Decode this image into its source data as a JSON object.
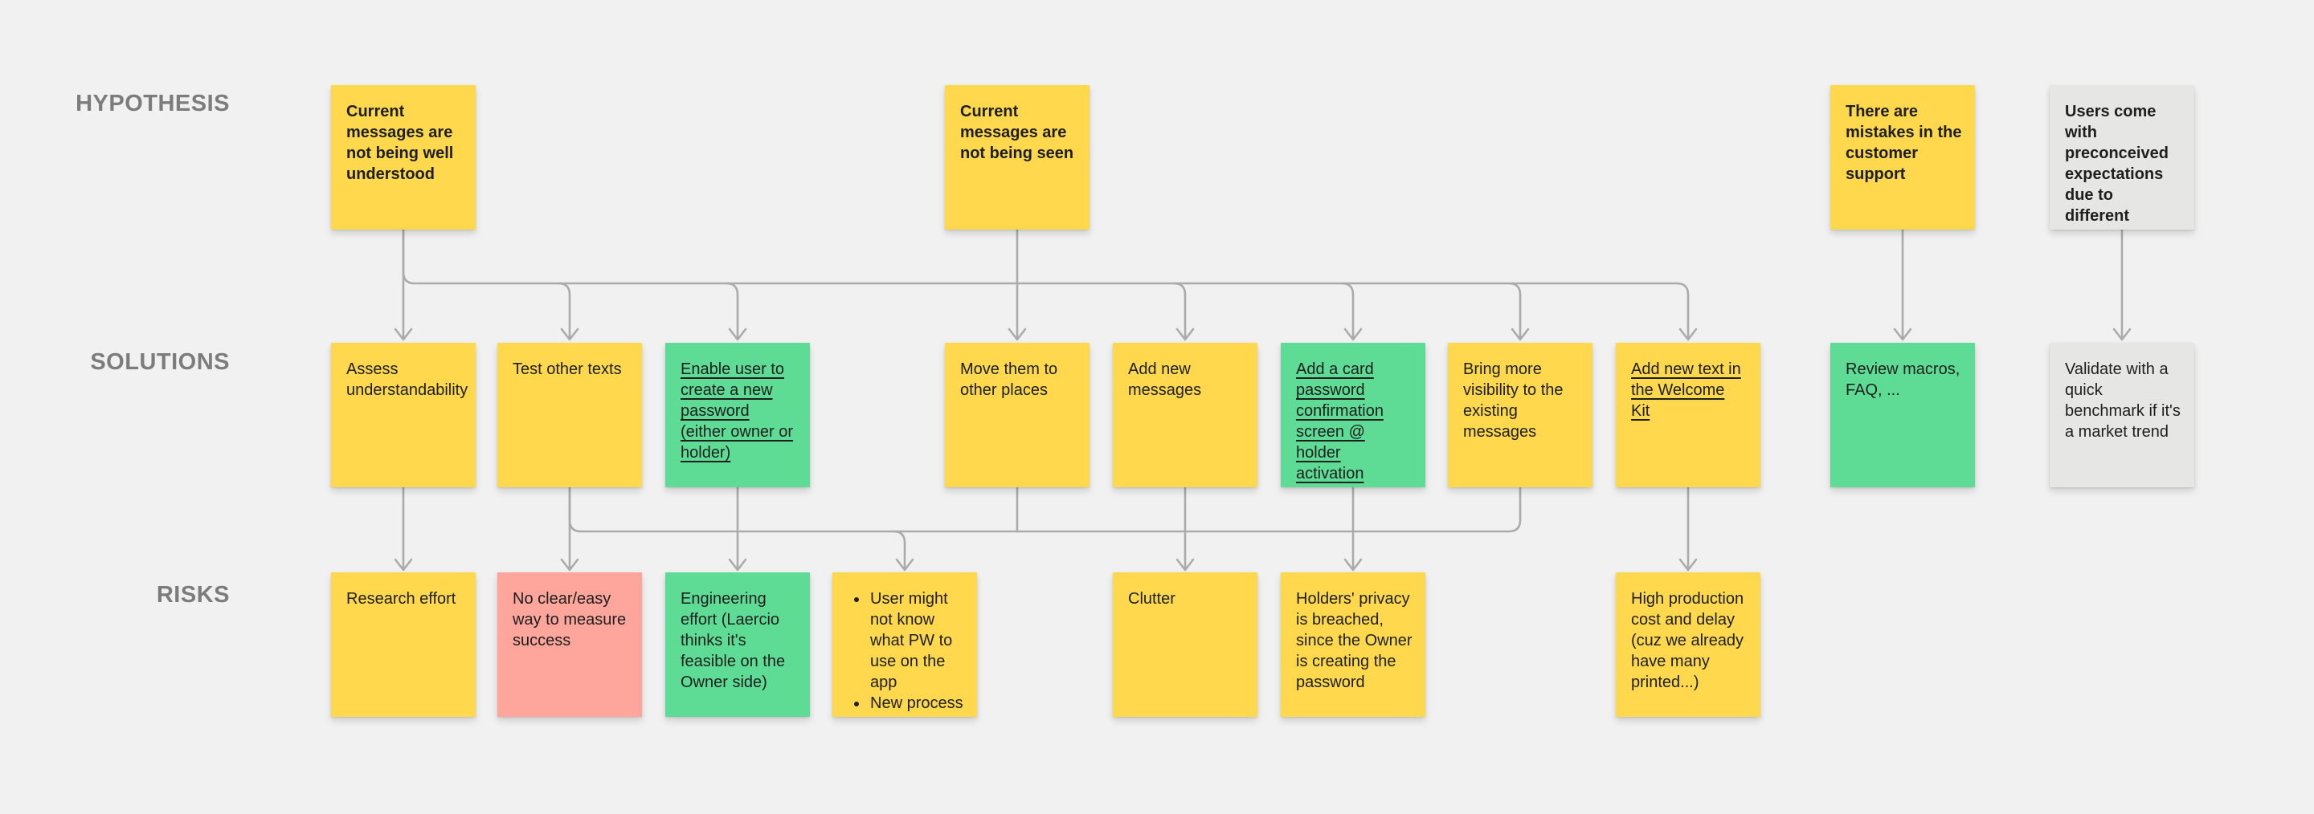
{
  "board": {
    "row_labels": {
      "hypothesis": "HYPOTHESIS",
      "solutions": "SOLUTIONS",
      "risks": "RISKS"
    },
    "palette": {
      "background": "#F1F1F1",
      "sticky_yellow": "#FFD84E",
      "sticky_green": "#5EDC95",
      "sticky_pink": "#FFA69C",
      "sticky_gray": "#E6E6E4",
      "connector_gray": "#ABABAB",
      "label_gray": "#7C7C7C",
      "note_text": "#1E1E1E"
    }
  },
  "hypothesis": [
    {
      "text": "Current messages are not being well understood",
      "color": "yellow"
    },
    {
      "text": "Current messages are not being seen",
      "color": "yellow"
    },
    {
      "text": "There are mistakes in the customer support",
      "color": "yellow"
    },
    {
      "text": "Users come with preconceived expectations due to different approaches from competitors",
      "color": "gray"
    }
  ],
  "solutions": [
    {
      "text": "Assess understandability",
      "color": "yellow"
    },
    {
      "text": "Test other texts",
      "color": "yellow"
    },
    {
      "text": "Enable user to create a new password (either owner or holder)",
      "color": "green",
      "underlined": true
    },
    {
      "text": "Move them to other places",
      "color": "yellow"
    },
    {
      "text": "Add new messages",
      "color": "yellow"
    },
    {
      "text": "Add a card password confirmation screen @ holder activation",
      "color": "green",
      "underlined": true
    },
    {
      "text": "Bring more visibility to the existing messages",
      "color": "yellow"
    },
    {
      "text": "Add new text in the Welcome Kit",
      "color": "yellow",
      "underlined": true
    },
    {
      "text": "Review macros, FAQ, ...",
      "color": "green"
    },
    {
      "text": "Validate with a quick benchmark if it's a market trend",
      "color": "gray"
    }
  ],
  "risks": [
    {
      "text": "Research effort",
      "color": "yellow"
    },
    {
      "text": "No clear/easy way to measure success",
      "color": "pink"
    },
    {
      "text": "Engineering effort (Laercio thinks it's feasible on the Owner side)",
      "color": "green"
    },
    {
      "bullets": [
        "User might not know what PW to use on the app",
        "New process for ops"
      ],
      "color": "yellow"
    },
    {
      "text": "Clutter",
      "color": "yellow"
    },
    {
      "text": "Holders' privacy is breached, since the Owner is creating the password",
      "color": "yellow"
    },
    {
      "text": "High production cost and delay (cuz we already have many printed...)",
      "color": "yellow"
    }
  ]
}
